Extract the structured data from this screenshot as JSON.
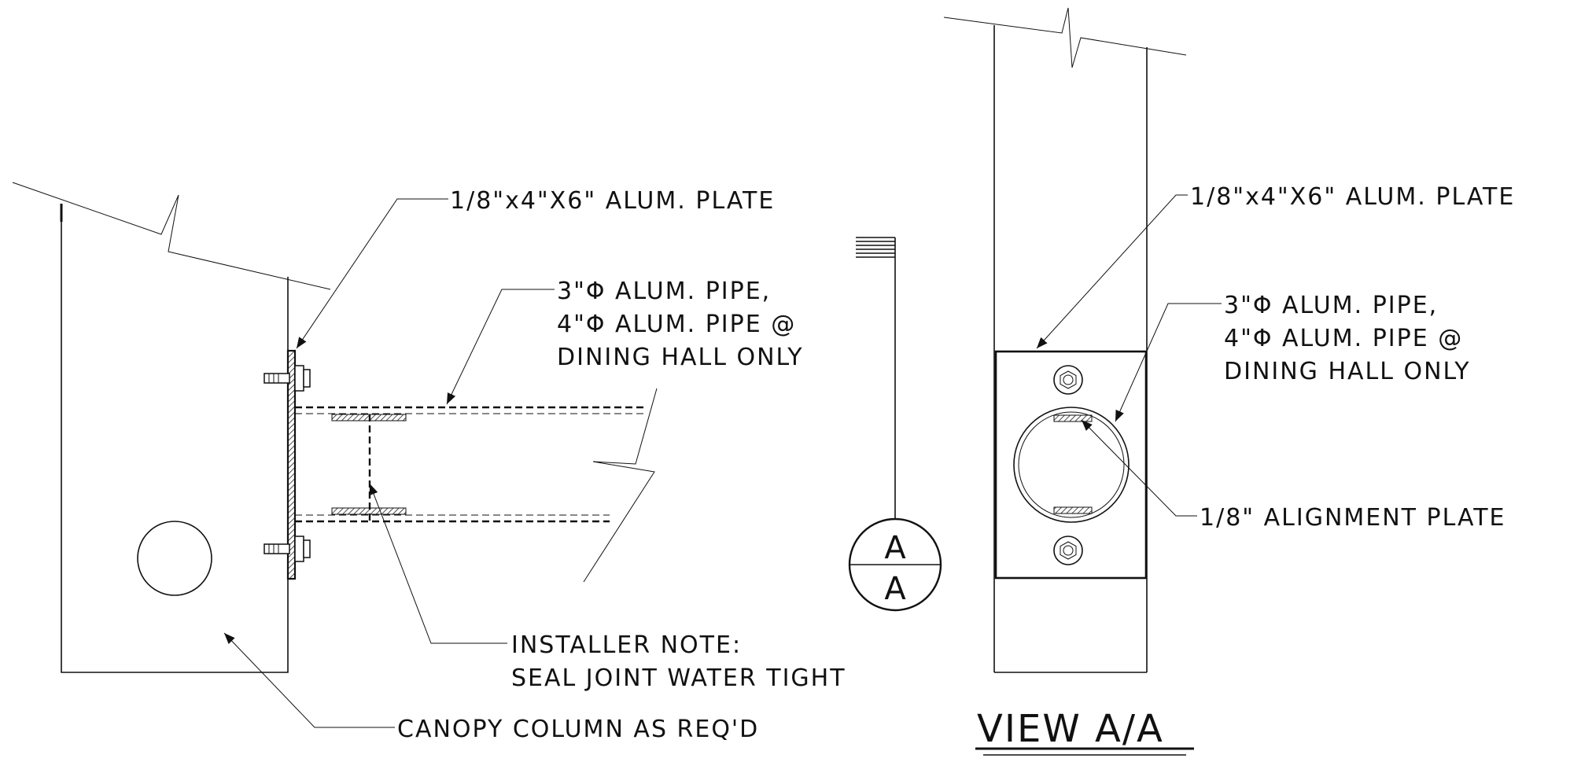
{
  "labels": {
    "plate_left": "1/8\"x4\"X6\" ALUM. PLATE",
    "pipe_left_1": "3\"Φ ALUM. PIPE,",
    "pipe_left_2": "4\"Φ ALUM. PIPE @",
    "pipe_left_3": "DINING HALL ONLY",
    "installer_1": "INSTALLER NOTE:",
    "installer_2": "SEAL JOINT WATER TIGHT",
    "column": "CANOPY COLUMN AS REQ'D",
    "plate_right": "1/8\"x4\"X6\" ALUM. PLATE",
    "pipe_right_1": "3\"Φ ALUM. PIPE,",
    "pipe_right_2": "4\"Φ ALUM. PIPE @",
    "pipe_right_3": "DINING HALL ONLY",
    "alignment": "1/8\" ALIGNMENT PLATE"
  },
  "section_marker": {
    "top": "A",
    "bottom": "A"
  },
  "view_title": "VIEW A/A"
}
